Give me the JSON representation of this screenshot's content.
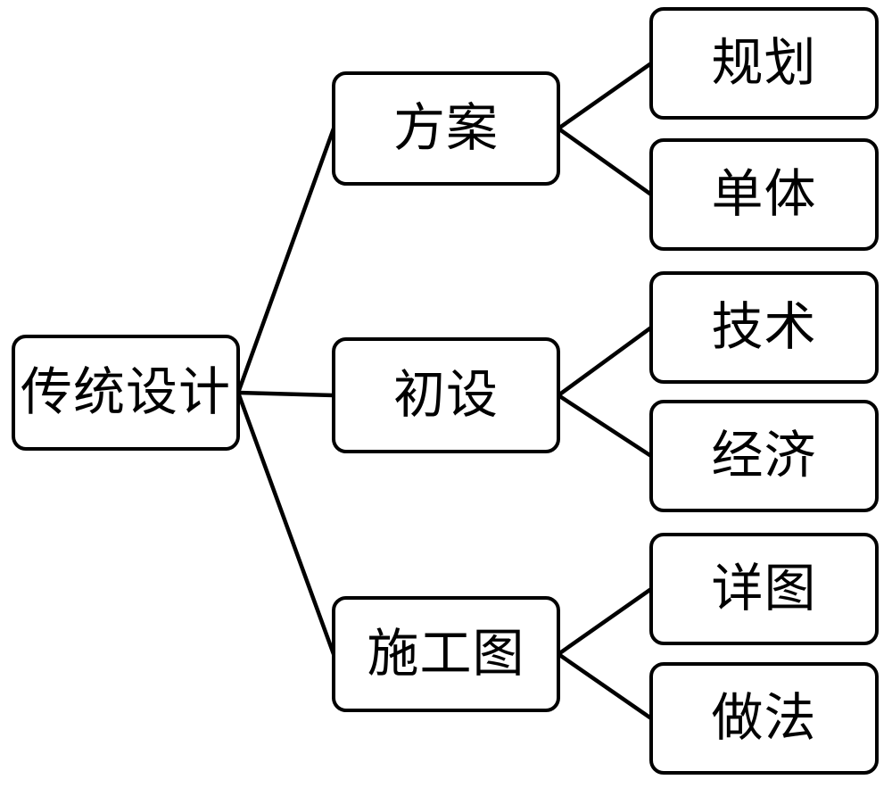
{
  "diagram": {
    "type": "tree",
    "direction": "left-to-right",
    "nodes": [
      {
        "id": "root",
        "label": "传统设计",
        "level": 0
      },
      {
        "id": "fangan",
        "label": "方案",
        "level": 1
      },
      {
        "id": "chushe",
        "label": "初设",
        "level": 1
      },
      {
        "id": "shigongtu",
        "label": "施工图",
        "level": 1
      },
      {
        "id": "guihua",
        "label": "规划",
        "level": 2
      },
      {
        "id": "danti",
        "label": "单体",
        "level": 2
      },
      {
        "id": "jishu",
        "label": "技术",
        "level": 2
      },
      {
        "id": "jingji",
        "label": "经济",
        "level": 2
      },
      {
        "id": "xiangtu",
        "label": "详图",
        "level": 2
      },
      {
        "id": "zuofa",
        "label": "做法",
        "level": 2
      }
    ],
    "edges": [
      {
        "from": "root",
        "to": "fangan"
      },
      {
        "from": "root",
        "to": "chushe"
      },
      {
        "from": "root",
        "to": "shigongtu"
      },
      {
        "from": "fangan",
        "to": "guihua"
      },
      {
        "from": "fangan",
        "to": "danti"
      },
      {
        "from": "chushe",
        "to": "jishu"
      },
      {
        "from": "chushe",
        "to": "jingji"
      },
      {
        "from": "shigongtu",
        "to": "xiangtu"
      },
      {
        "from": "shigongtu",
        "to": "zuofa"
      }
    ]
  },
  "colors": {
    "background": "#ffffff",
    "node_fill": "#ffffff",
    "node_border": "#000000",
    "edge": "#000000"
  },
  "style_values": {
    "edge_stroke_width": 4.5
  }
}
